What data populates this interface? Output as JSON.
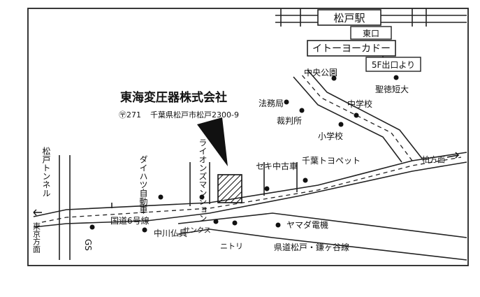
{
  "station": {
    "name": "松戸駅",
    "exit": "東口"
  },
  "store": {
    "name": "イトーヨーカドー",
    "note": "5F出口より"
  },
  "company": {
    "name": "東海変圧器株式会社",
    "postal": "〶271",
    "address": "千葉県松戸市松戸2300-9"
  },
  "landmarks": {
    "park": "中央公園",
    "university": "聖徳短大",
    "legal_bureau": "法務局",
    "middle_school": "中学校",
    "courthouse": "裁判所",
    "elementary_school": "小学校",
    "lions_mansion": "ライオンズマンション",
    "daihatsu": "ダイハツ自動車",
    "seki": "セキ中古車",
    "chiba_toyopet": "千葉トヨペット",
    "nakagawa": "中川仏具",
    "yamada": "ヤマダ電機",
    "sanks": "サンクス",
    "nitori": "ニトリ",
    "gs": "GS"
  },
  "roads": {
    "route6": "国道6号線",
    "prefectural": "県道松戸・鎌ヶ谷線",
    "kashiwa": "柏方面",
    "tokyo": "東京方面",
    "tunnel": "松戸トンネル"
  },
  "colors": {
    "ink": "#111111",
    "paper": "#ffffff"
  },
  "icons": {
    "landmark": "filled-dot",
    "company": "hatched-square",
    "pointer": "arrow"
  }
}
